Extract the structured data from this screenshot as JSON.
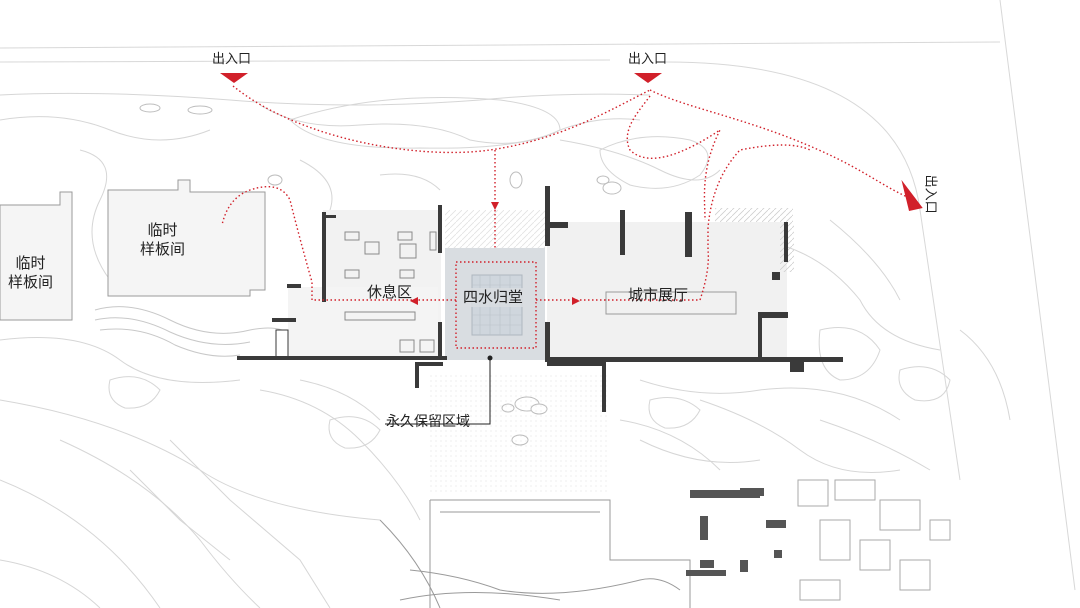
{
  "labels": {
    "entrance_left": "出入口",
    "entrance_mid": "出入口",
    "entrance_right": "出入口",
    "temp_sample_left_line1": "临时",
    "temp_sample_left_line2": "样板间",
    "temp_sample_mid_line1": "临时",
    "temp_sample_mid_line2": "样板间",
    "lounge": "休息区",
    "hall": "四水归堂",
    "city_hall": "城市展厅",
    "preserved_area": "永久保留区域"
  },
  "colors": {
    "route": "#d1202a",
    "wall": "#3a3a3a",
    "hall_fill": "#d9dde1",
    "room_fill": "#f2f2f2",
    "terrain_line": "#d6d6d6",
    "plaza_hatch": "#cfcfcf"
  },
  "icons": {
    "entrance_marker": "red-triangle",
    "route_arrow": "red-arrowhead"
  }
}
